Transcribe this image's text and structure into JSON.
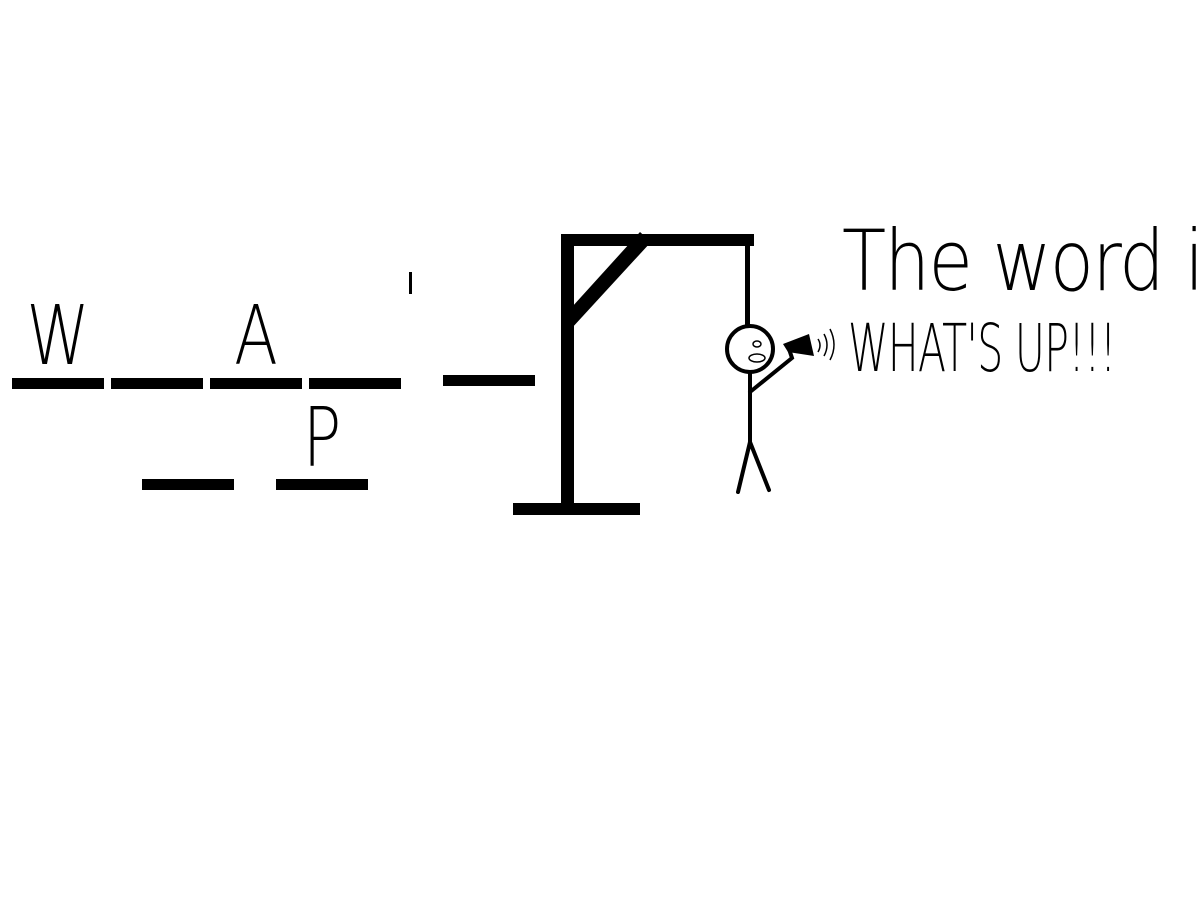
{
  "word_puzzle": {
    "letters": [
      "W",
      "",
      "A",
      "",
      "",
      "",
      "P"
    ]
  },
  "message": {
    "line1": "The word is",
    "line2": "WHAT'S UP!!!"
  }
}
